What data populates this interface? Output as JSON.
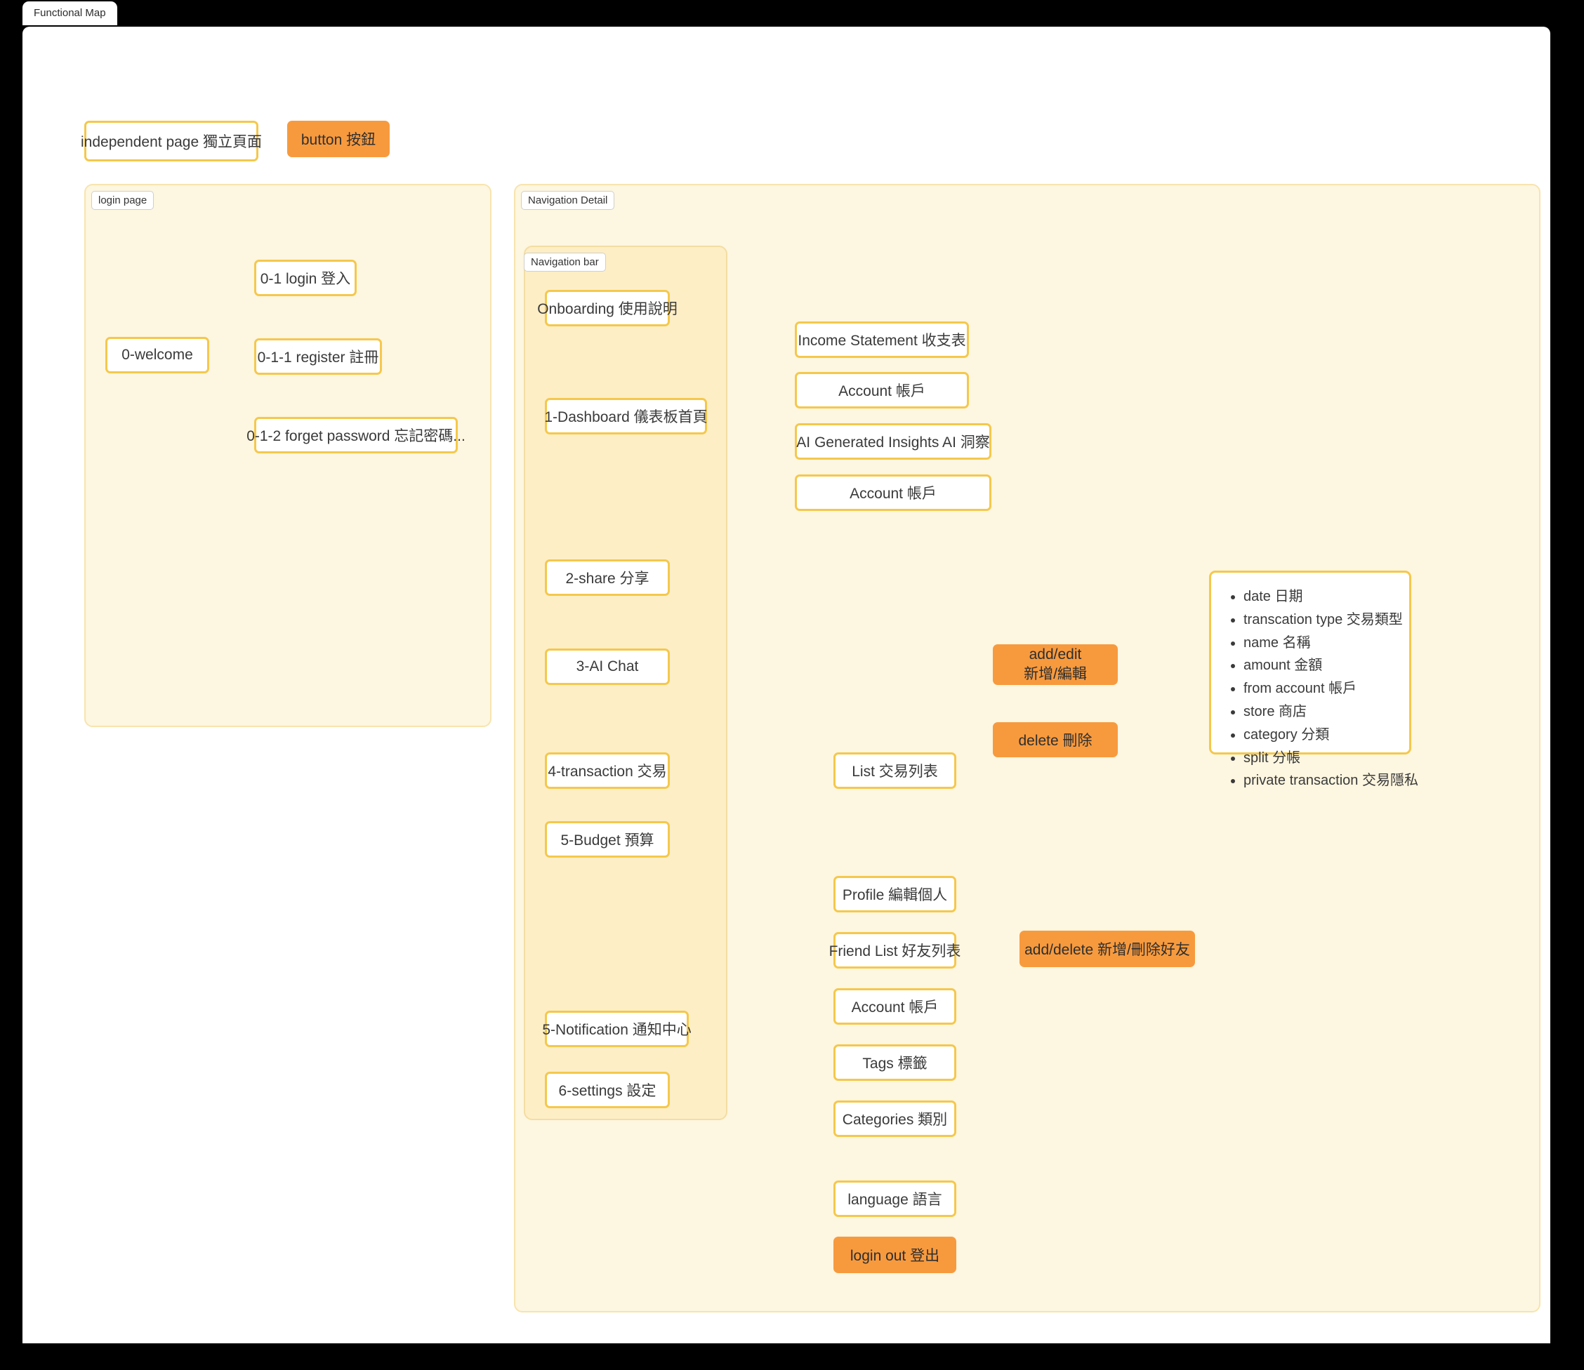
{
  "window": {
    "tab_title": "Functional Map"
  },
  "legend": {
    "independent_page": "independent page 獨立頁面",
    "button": "button 按鈕"
  },
  "groups": {
    "login_page": "login page",
    "navigation_detail": "Navigation Detail",
    "navigation_bar": "Navigation bar"
  },
  "login_flow": {
    "root": "0-welcome",
    "children": [
      "0-1 login 登入",
      "0-1-1 register 註冊",
      "0-1-2 forget password 忘記密碼..."
    ]
  },
  "nav_bar_items": [
    "Onboarding 使用說明",
    "1-Dashboard 儀表板首頁",
    "2-share 分享",
    "3-AI Chat",
    "4-transaction 交易",
    "5-Budget 預算",
    "5-Notification 通知中心",
    "6-settings 設定"
  ],
  "dashboard_children": [
    "Income Statement 收支表",
    "Account 帳戶",
    "AI Generated Insights AI 洞察",
    "Account 帳戶"
  ],
  "transaction": {
    "list": "List 交易列表",
    "add_edit_line1": "add/edit",
    "add_edit_line2": "新增/編輯",
    "delete": "delete 刪除",
    "fields": [
      "date 日期",
      "transcation type 交易類型",
      "name 名稱",
      "amount 金額",
      "from account 帳戶",
      "store 商店",
      "category 分類",
      "split 分帳",
      "private transaction 交易隱私"
    ]
  },
  "settings_children": [
    "Profile 編輯個人",
    "Friend List 好友列表",
    "Account 帳戶",
    "Tags 標籤",
    "Categories 類別",
    "language 語言"
  ],
  "settings_logout": "login out 登出",
  "friend_action": "add/delete 新增/刪除好友",
  "colors": {
    "accent_border": "#f5c84c",
    "button_fill": "#f79a3e",
    "group_fill": "#fdf6e0",
    "group_inner_fill": "#fdeec6",
    "wire": "#f5c84c",
    "node_fill": "#ffffff"
  }
}
